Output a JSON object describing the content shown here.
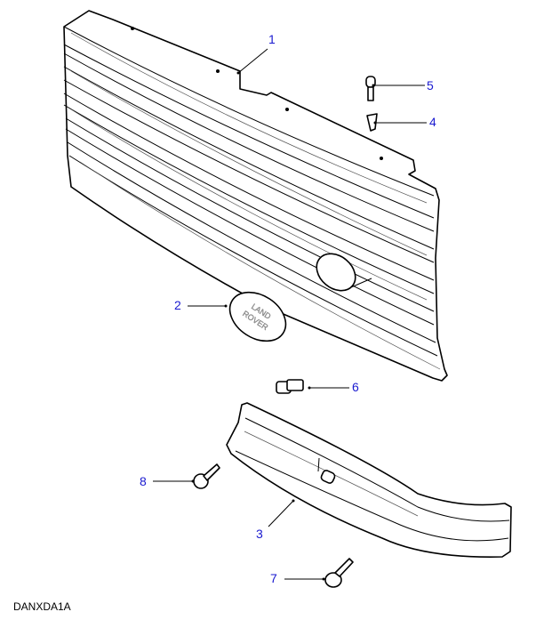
{
  "diagram_code": "DANXDA1A",
  "callouts": [
    {
      "number": "1",
      "part": "grille"
    },
    {
      "number": "2",
      "part": "badge"
    },
    {
      "number": "3",
      "part": "lower-trim-panel"
    },
    {
      "number": "4",
      "part": "clip-nut"
    },
    {
      "number": "5",
      "part": "screw"
    },
    {
      "number": "6",
      "part": "clip"
    },
    {
      "number": "7",
      "part": "screw"
    },
    {
      "number": "8",
      "part": "screw"
    }
  ],
  "badge_text": "LAND ROVER",
  "colors": {
    "callout": "#1a1ad0",
    "line": "#000000"
  }
}
